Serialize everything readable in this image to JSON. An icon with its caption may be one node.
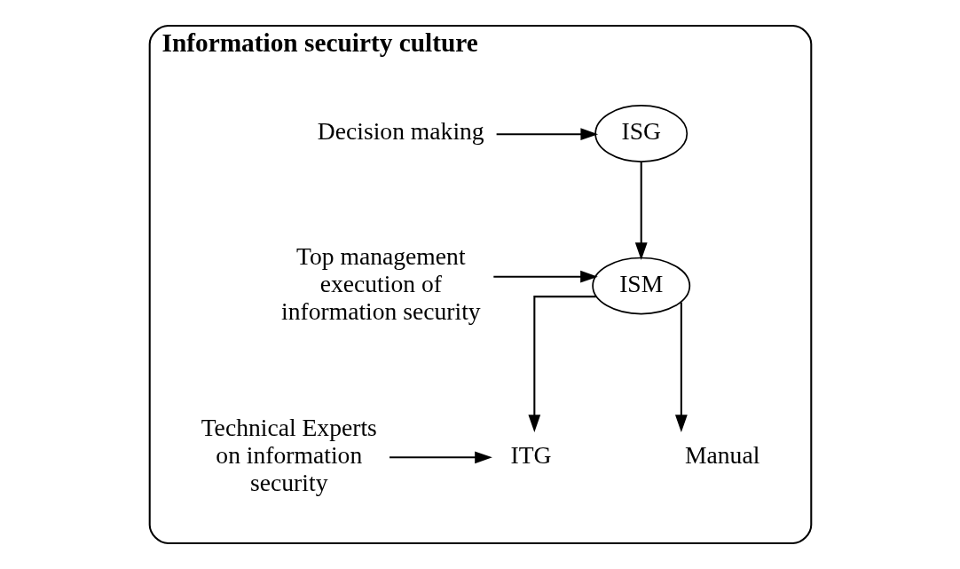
{
  "diagram": {
    "nodes": [
      {
        "text": [
          "Information secuirty culture"
        ]
      },
      {
        "text": [
          "Decision making"
        ],
        "in": 0
      },
      {
        "text": [
          "ISG"
        ],
        "in": 0
      },
      {
        "text": [
          "Top management execution of information security"
        ],
        "in": 0
      },
      {
        "text": [
          "ISM"
        ],
        "in": 0
      },
      {
        "text": [
          "Technical Experts on information security"
        ],
        "in": 0
      },
      {
        "text": [
          "ITG"
        ],
        "in": 0
      },
      {
        "text": [
          "Manual"
        ],
        "in": 0
      }
    ],
    "edges": [
      {
        "from": 1,
        "to": 2,
        "arrow": "to"
      },
      {
        "from": 2,
        "to": 4,
        "arrow": "to"
      },
      {
        "from": 3,
        "to": 4,
        "arrow": "to"
      },
      {
        "from": 4,
        "to": 6,
        "arrow": "to"
      },
      {
        "from": 4,
        "to": 7,
        "arrow": "to"
      },
      {
        "from": 5,
        "to": 6,
        "arrow": "to"
      }
    ]
  }
}
